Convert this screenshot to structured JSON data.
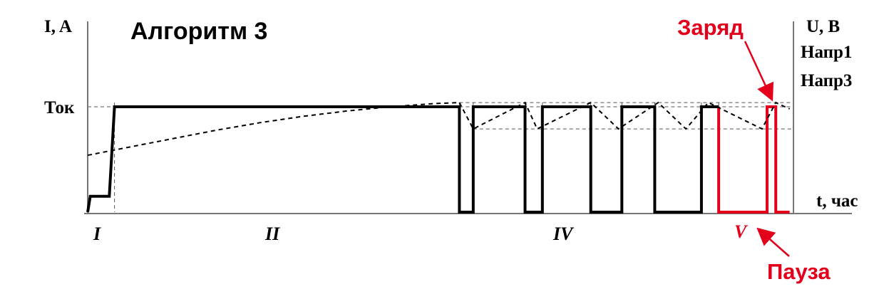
{
  "chart_data": {
    "type": "line",
    "title": "Алгоритм 3",
    "x_label": "t, час",
    "y_left_label": "I, A",
    "y_right_label": "U, B",
    "y_tick_current": "Ток",
    "voltage_levels": [
      "Напр1",
      "Напр3"
    ],
    "phases": [
      "I",
      "II",
      "IV",
      "V"
    ],
    "annotations": {
      "charge": "Заряд",
      "pause": "Пауза"
    },
    "colors": {
      "main": "#000000",
      "accent": "#e3001b"
    },
    "current_series": {
      "name": "I",
      "normal": [
        [
          0,
          0
        ],
        [
          0.15,
          0.15
        ],
        [
          1.25,
          0.15
        ],
        [
          1.55,
          1.0
        ],
        [
          21.5,
          1.0
        ],
        [
          21.5,
          0
        ],
        [
          22.3,
          0
        ],
        [
          22.3,
          1.0
        ],
        [
          25.3,
          1.0
        ],
        [
          25.3,
          0
        ],
        [
          26.3,
          0
        ],
        [
          26.3,
          1.0
        ],
        [
          29.1,
          1.0
        ],
        [
          29.1,
          0
        ],
        [
          30.9,
          0
        ],
        [
          30.9,
          1.0
        ],
        [
          32.8,
          1.0
        ],
        [
          32.8,
          0
        ],
        [
          35.5,
          0
        ],
        [
          35.5,
          1.0
        ],
        [
          36.5,
          1.0
        ]
      ],
      "phase_v": [
        [
          36.5,
          1.0
        ],
        [
          36.5,
          0
        ],
        [
          39.3,
          0
        ],
        [
          39.3,
          1.0
        ],
        [
          39.8,
          1.0
        ],
        [
          39.8,
          0
        ],
        [
          40.6,
          0
        ]
      ]
    },
    "voltage_series": {
      "name": "U",
      "rise": [
        [
          0,
          0.54
        ],
        [
          2.5,
          0.62
        ],
        [
          5.0,
          0.7
        ],
        [
          7.5,
          0.78
        ],
        [
          10.0,
          0.85
        ],
        [
          12.5,
          0.91
        ],
        [
          15.0,
          0.96
        ],
        [
          17.5,
          1.0
        ],
        [
          20.0,
          1.03
        ],
        [
          21.5,
          1.04
        ]
      ],
      "saw": [
        [
          21.5,
          1.04
        ],
        [
          22.3,
          0.79
        ],
        [
          25.3,
          1.04
        ],
        [
          26.0,
          0.79
        ],
        [
          29.1,
          1.04
        ],
        [
          30.7,
          0.79
        ],
        [
          33.0,
          1.04
        ],
        [
          34.6,
          0.79
        ],
        [
          35.9,
          1.04
        ],
        [
          39.0,
          0.79
        ],
        [
          39.8,
          1.04
        ],
        [
          40.6,
          0.98
        ]
      ]
    }
  }
}
